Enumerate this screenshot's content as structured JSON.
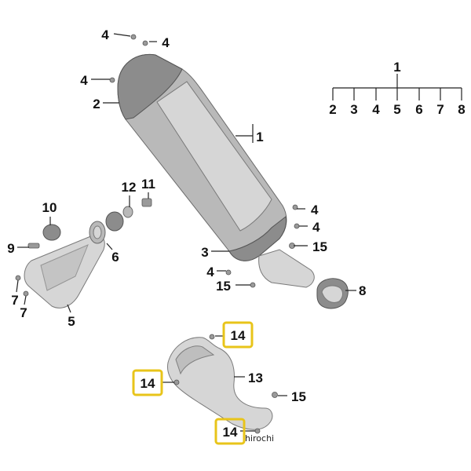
{
  "callouts": {
    "top_bolt_left": "4",
    "top_bolt_right": "4",
    "left_bolt": "4",
    "end_cap_front": "2",
    "silencer_body": "1",
    "hanger_bolt_a": "4",
    "hanger_bolt_b": "4",
    "end_cap_rear": "3",
    "rear_bolt": "4",
    "clamp_nut_top": "15",
    "clamp_nut_low": "15",
    "clamp": "8",
    "grommet_nut": "11",
    "grommet": "12",
    "spacer": "10",
    "bracket_bolt": "9",
    "bushing": "6",
    "screw_a": "7",
    "screw_b": "7",
    "heat_shield_bracket": "5",
    "heat_guard": "13",
    "guard_nut": "15",
    "guard_screw_top": "14",
    "guard_screw_left": "14",
    "guard_screw_bottom": "14"
  },
  "legend": {
    "parent": "1",
    "children": [
      "2",
      "3",
      "4",
      "5",
      "6",
      "7",
      "8"
    ]
  },
  "watermark": "hirochi",
  "colors": {
    "highlight": "#e8c41a",
    "part_fill": "#b9b9b9",
    "text": "#111111"
  }
}
